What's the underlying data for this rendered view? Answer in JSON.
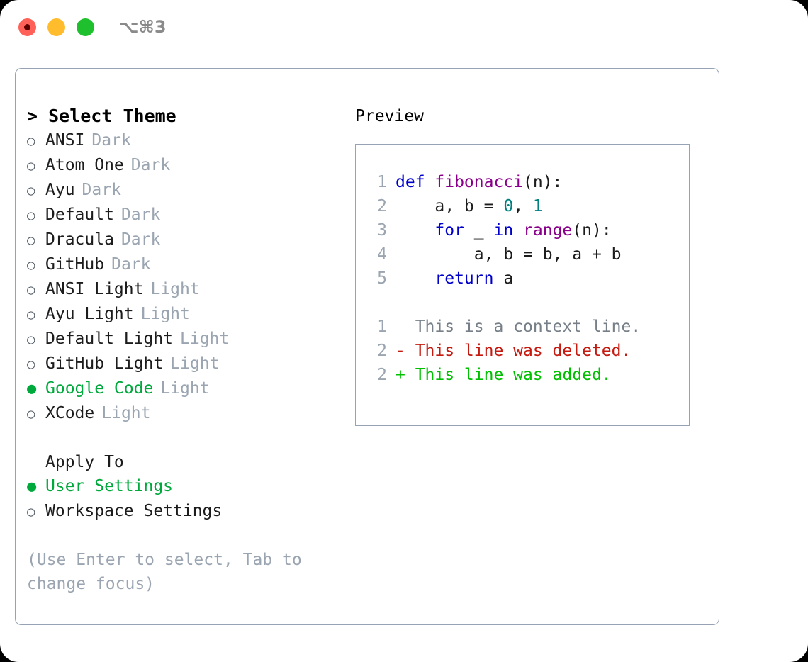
{
  "titlebar": {
    "shortcut": "⌥⌘3",
    "lights": [
      {
        "name": "close",
        "color": "#ff6058"
      },
      {
        "name": "minimize",
        "color": "#ffbd2e"
      },
      {
        "name": "maximize",
        "color": "#1fc02e"
      }
    ]
  },
  "theme_picker": {
    "header": "> Select Theme",
    "selected_marker": "●",
    "unselected_marker": "○",
    "items": [
      {
        "label": "ANSI",
        "badge": "Dark",
        "selected": false
      },
      {
        "label": "Atom One",
        "badge": "Dark",
        "selected": false
      },
      {
        "label": "Ayu",
        "badge": "Dark",
        "selected": false
      },
      {
        "label": "Default",
        "badge": "Dark",
        "selected": false
      },
      {
        "label": "Dracula",
        "badge": "Dark",
        "selected": false
      },
      {
        "label": "GitHub",
        "badge": "Dark",
        "selected": false
      },
      {
        "label": "ANSI Light",
        "badge": "Light",
        "selected": false
      },
      {
        "label": "Ayu Light",
        "badge": "Light",
        "selected": false
      },
      {
        "label": "Default Light",
        "badge": "Light",
        "selected": false
      },
      {
        "label": "GitHub Light",
        "badge": "Light",
        "selected": false
      },
      {
        "label": "Google Code",
        "badge": "Light",
        "selected": true
      },
      {
        "label": "XCode",
        "badge": "Light",
        "selected": false
      }
    ]
  },
  "apply_to": {
    "header": "Apply To",
    "items": [
      {
        "label": "User Settings",
        "selected": true
      },
      {
        "label": "Workspace Settings",
        "selected": false
      }
    ]
  },
  "hint": "(Use Enter to select, Tab to change focus)",
  "preview": {
    "title": "Preview",
    "code_lines": [
      {
        "lineno": "1",
        "tokens": [
          {
            "text": "def ",
            "kind": "kw"
          },
          {
            "text": "fibonacci",
            "kind": "fn"
          },
          {
            "text": "(n):",
            "kind": "pl"
          }
        ]
      },
      {
        "lineno": "2",
        "tokens": [
          {
            "text": "    a, b = ",
            "kind": "pl"
          },
          {
            "text": "0",
            "kind": "num"
          },
          {
            "text": ", ",
            "kind": "pl"
          },
          {
            "text": "1",
            "kind": "num"
          }
        ]
      },
      {
        "lineno": "3",
        "tokens": [
          {
            "text": "    ",
            "kind": "pl"
          },
          {
            "text": "for",
            "kind": "kw"
          },
          {
            "text": " _ ",
            "kind": "pl"
          },
          {
            "text": "in",
            "kind": "kw"
          },
          {
            "text": " ",
            "kind": "pl"
          },
          {
            "text": "range",
            "kind": "fn"
          },
          {
            "text": "(n):",
            "kind": "pl"
          }
        ]
      },
      {
        "lineno": "4",
        "tokens": [
          {
            "text": "        a, b = b, a + b",
            "kind": "pl"
          }
        ]
      },
      {
        "lineno": "5",
        "tokens": [
          {
            "text": "    ",
            "kind": "pl"
          },
          {
            "text": "return",
            "kind": "kw"
          },
          {
            "text": " a",
            "kind": "pl"
          }
        ]
      }
    ],
    "diff_lines": [
      {
        "lineno": "1",
        "text": "  This is a context line.",
        "kind": "ctx"
      },
      {
        "lineno": "2",
        "text": "- This line was deleted.",
        "kind": "del"
      },
      {
        "lineno": "2",
        "text": "+ This line was added.",
        "kind": "add"
      }
    ]
  },
  "colors": {
    "accent_green": "#00a93c",
    "muted": "#9aa5b1",
    "border": "#97a3b4",
    "keyword": "#0000cc",
    "function": "#8b008b",
    "number": "#008080",
    "diff_deleted": "#c41a10",
    "diff_added": "#00c000"
  }
}
